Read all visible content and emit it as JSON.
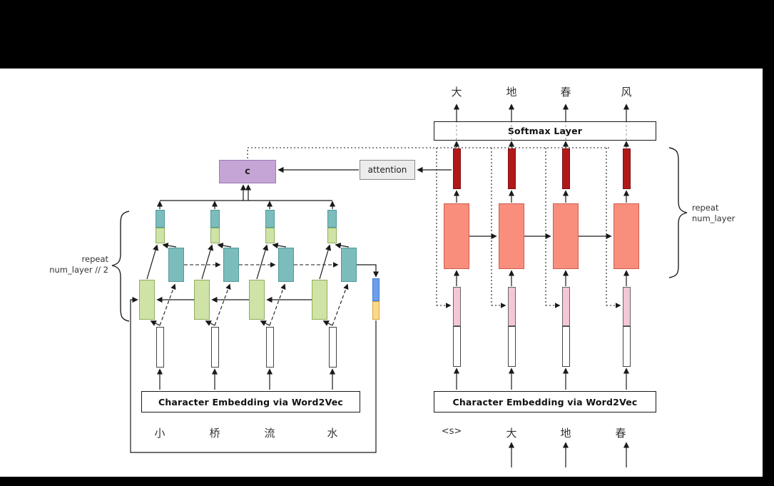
{
  "colors": {
    "background": "#ffffff",
    "letterbox": "#000000",
    "context_box": "#c5a5d5",
    "attention_box": "#ececec",
    "encoder_forward_green": "#cfe3a6",
    "encoder_backward_teal": "#7cbcbc",
    "decoder_cell_salmon": "#fa8e7d",
    "decoder_output_red": "#b11919",
    "decoder_embedding_pink": "#f4c6d8",
    "state_blue": "#6d9eeb",
    "state_yellow": "#fbd88a"
  },
  "encoder": {
    "embedding_label": "Character Embedding via Word2Vec",
    "input_chars": [
      "小",
      "桥",
      "流",
      "水"
    ],
    "repeat_note": {
      "line1": "repeat",
      "line2": "num_layer // 2"
    }
  },
  "decoder": {
    "softmax_label": "Softmax Layer",
    "embedding_label": "Character Embedding via Word2Vec",
    "output_chars": [
      "大",
      "地",
      "春",
      "风"
    ],
    "input_chars": [
      "<s>",
      "大",
      "地",
      "春"
    ],
    "repeat_note": {
      "line1": "repeat",
      "line2": "num_layer"
    }
  },
  "attention": {
    "label": "attention"
  },
  "context": {
    "label": "c"
  }
}
